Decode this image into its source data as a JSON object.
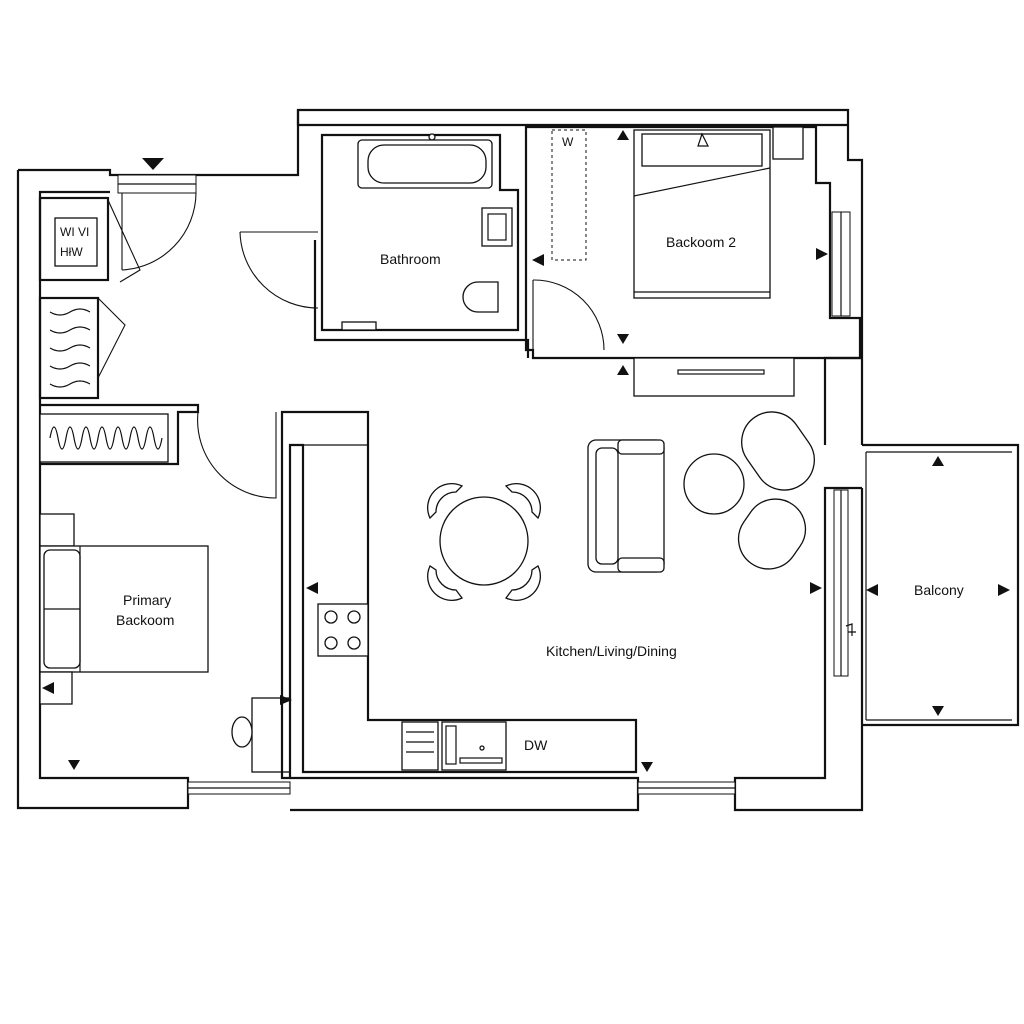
{
  "rooms": {
    "bathroom": "Bathroom",
    "bedroom2": "Backoom 2",
    "primary_line1": "Primary",
    "primary_line2": "Backoom",
    "kitchen": "Kitchen/Living/Dining",
    "balcony": "Balcony"
  },
  "fixtures": {
    "wardrobe_w": "W",
    "utility_top": "WI VI",
    "utility_bottom": "HłW",
    "dishwasher": "DW"
  }
}
